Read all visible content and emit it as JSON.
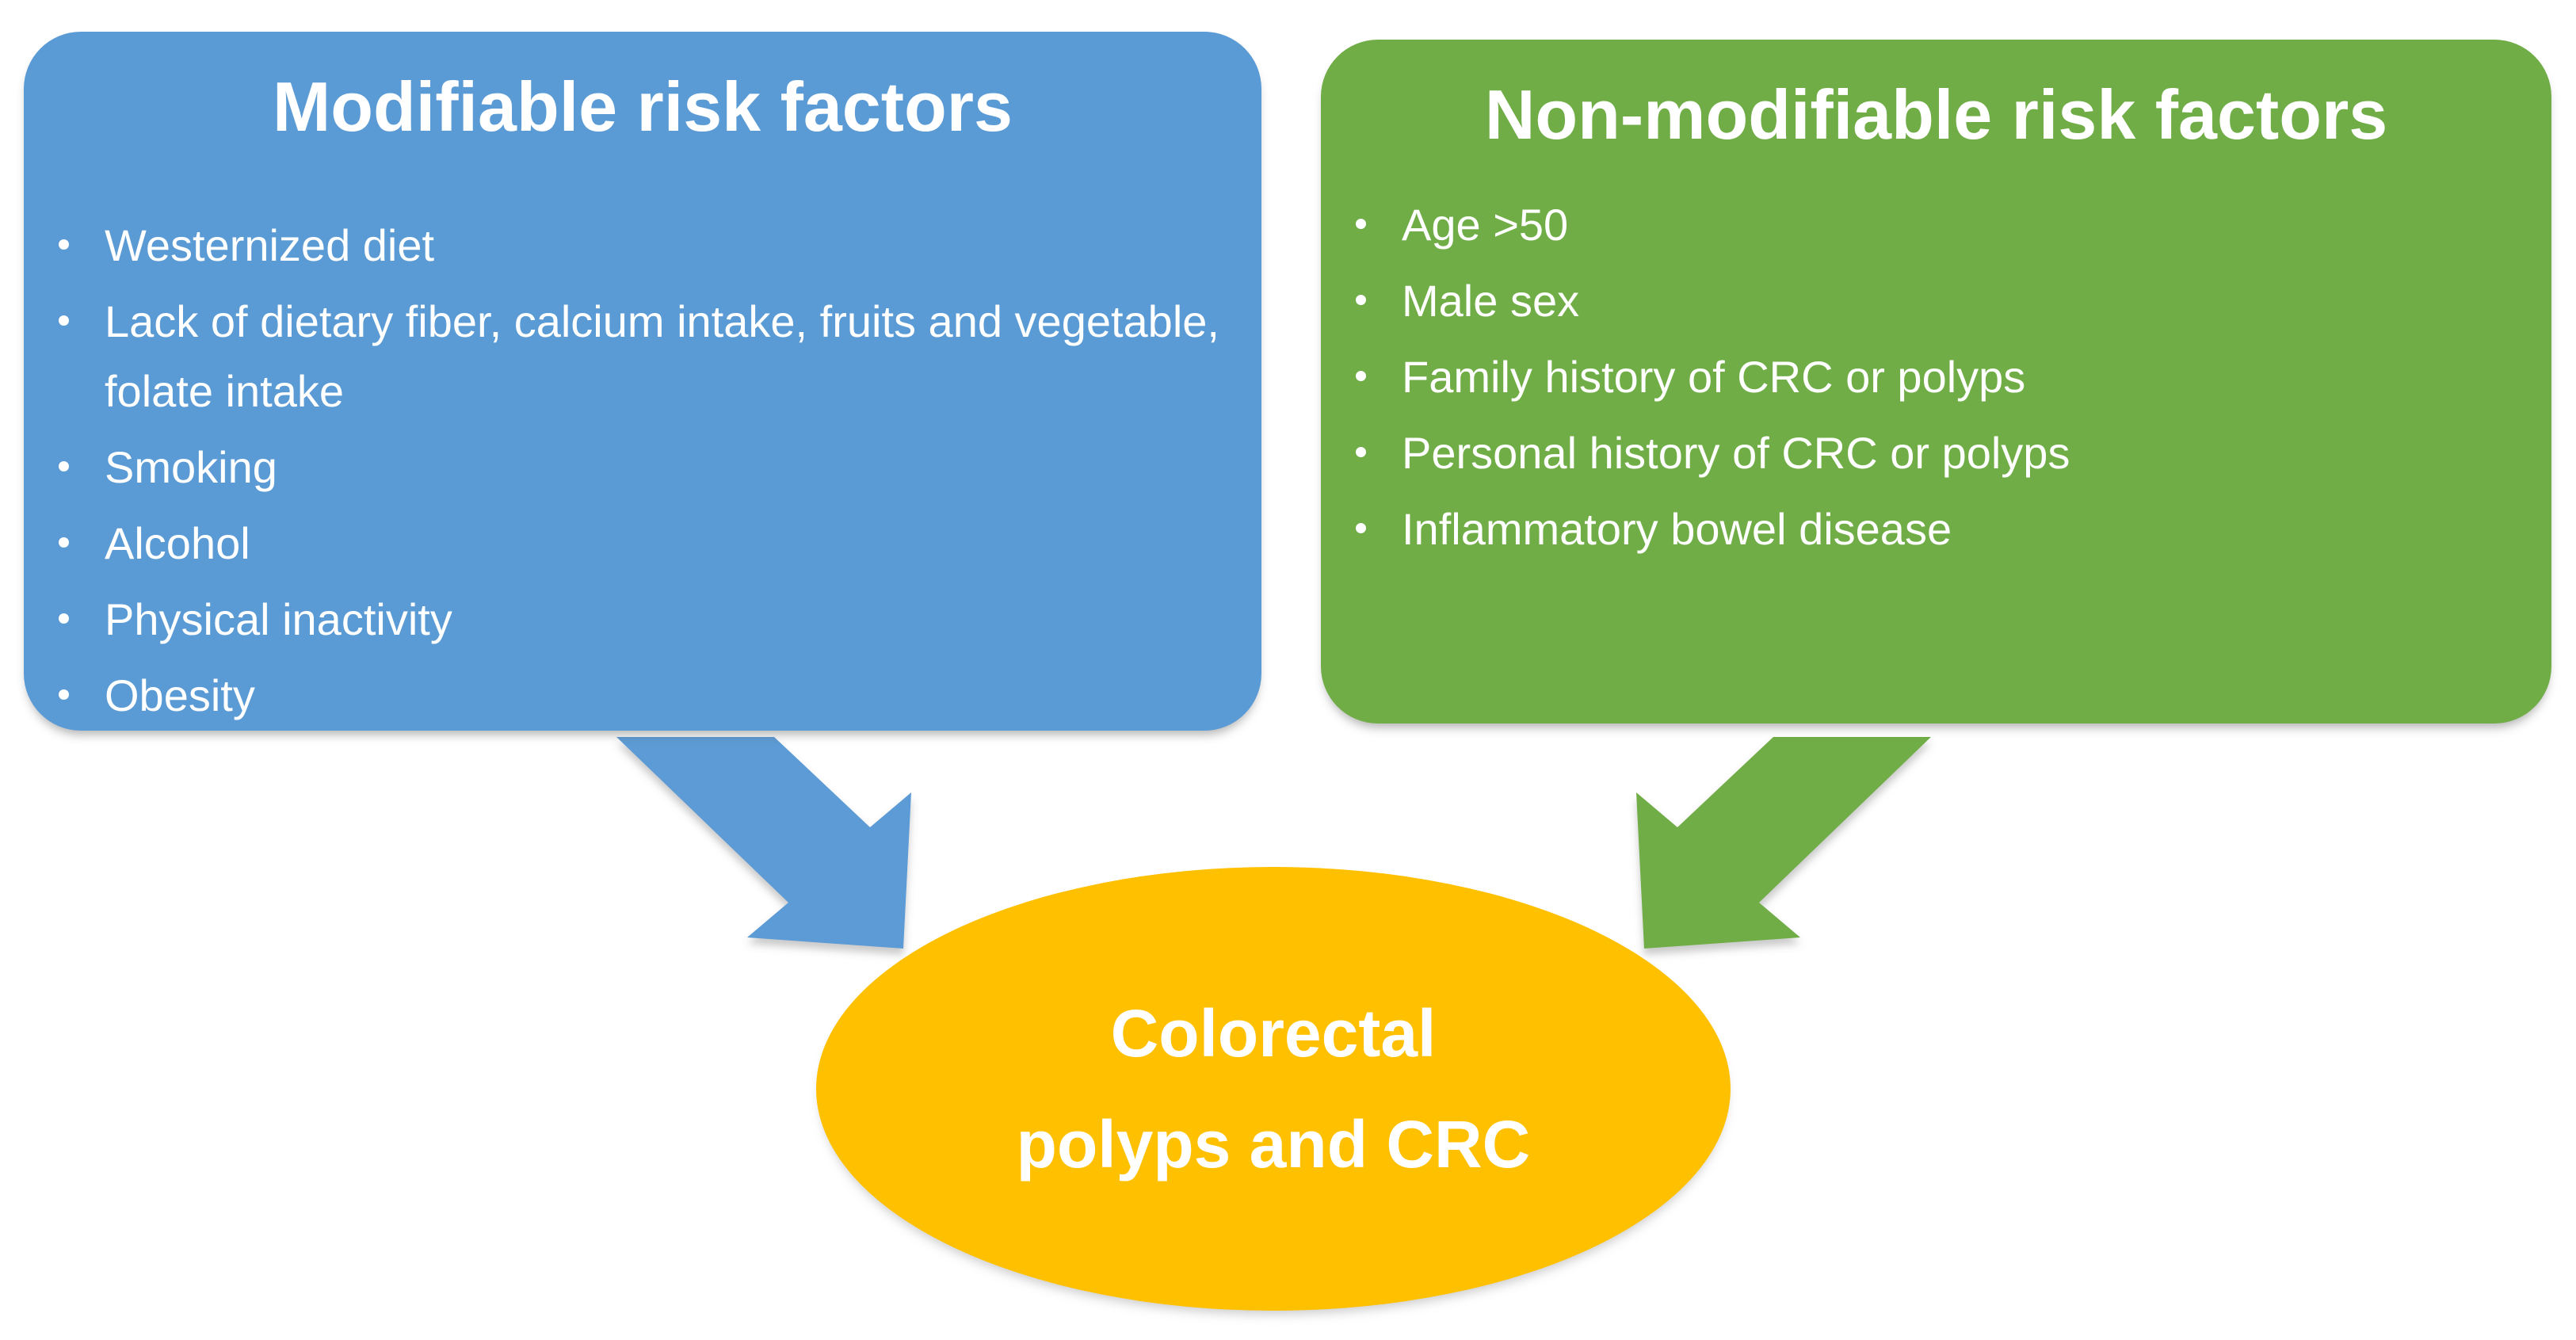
{
  "figure": {
    "description_label": "Risk factors diagram for colorectal polyps and CRC"
  },
  "colors": {
    "blue": "#5b9bd5",
    "green": "#70ad47",
    "yellow": "#ffc000",
    "text": "#ffffff"
  },
  "modifiable_box": {
    "title": "Modifiable risk factors",
    "items": [
      "Westernized diet",
      "Lack of dietary fiber, calcium intake, fruits and vegetable, folate intake",
      "Smoking",
      "Alcohol",
      "Physical inactivity",
      "Obesity"
    ]
  },
  "non_modifiable_box": {
    "title": "Non-modifiable risk factors",
    "items": [
      "Age >50",
      "Male sex",
      "Family history of CRC or polyps",
      "Personal history of CRC or polyps",
      "Inflammatory bowel disease"
    ]
  },
  "outcome_ellipse": {
    "line1": "Colorectal",
    "line2": "polyps and CRC"
  },
  "arrows": {
    "modifiable_arrow_color": "blue",
    "non_modifiable_arrow_color": "green"
  }
}
